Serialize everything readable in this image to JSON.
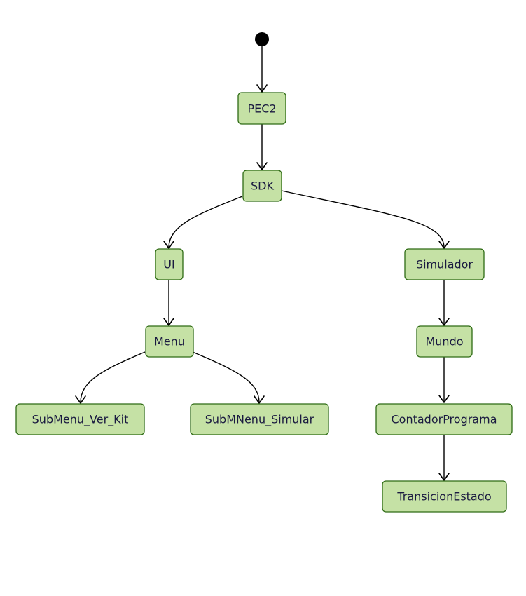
{
  "colors": {
    "node_fill": "#c5e1a5",
    "node_stroke": "#2e6b14",
    "text": "#1a1a40",
    "edge": "#000000",
    "start": "#000000"
  },
  "nodes": {
    "pec2": "PEC2",
    "sdk": "SDK",
    "ui": "UI",
    "simulador": "Simulador",
    "menu": "Menu",
    "mundo": "Mundo",
    "submenu_ver_kit": "SubMenu_Ver_Kit",
    "submnenu_simular": "SubMNenu_Simular",
    "contador_programa": "ContadorPrograma",
    "transicion_estado": "TransicionEstado"
  },
  "edges": [
    {
      "from": "start",
      "to": "pec2"
    },
    {
      "from": "pec2",
      "to": "sdk"
    },
    {
      "from": "sdk",
      "to": "ui"
    },
    {
      "from": "sdk",
      "to": "simulador"
    },
    {
      "from": "ui",
      "to": "menu"
    },
    {
      "from": "simulador",
      "to": "mundo"
    },
    {
      "from": "menu",
      "to": "submenu_ver_kit"
    },
    {
      "from": "menu",
      "to": "submnenu_simular"
    },
    {
      "from": "mundo",
      "to": "contador_programa"
    },
    {
      "from": "contador_programa",
      "to": "transicion_estado"
    }
  ]
}
